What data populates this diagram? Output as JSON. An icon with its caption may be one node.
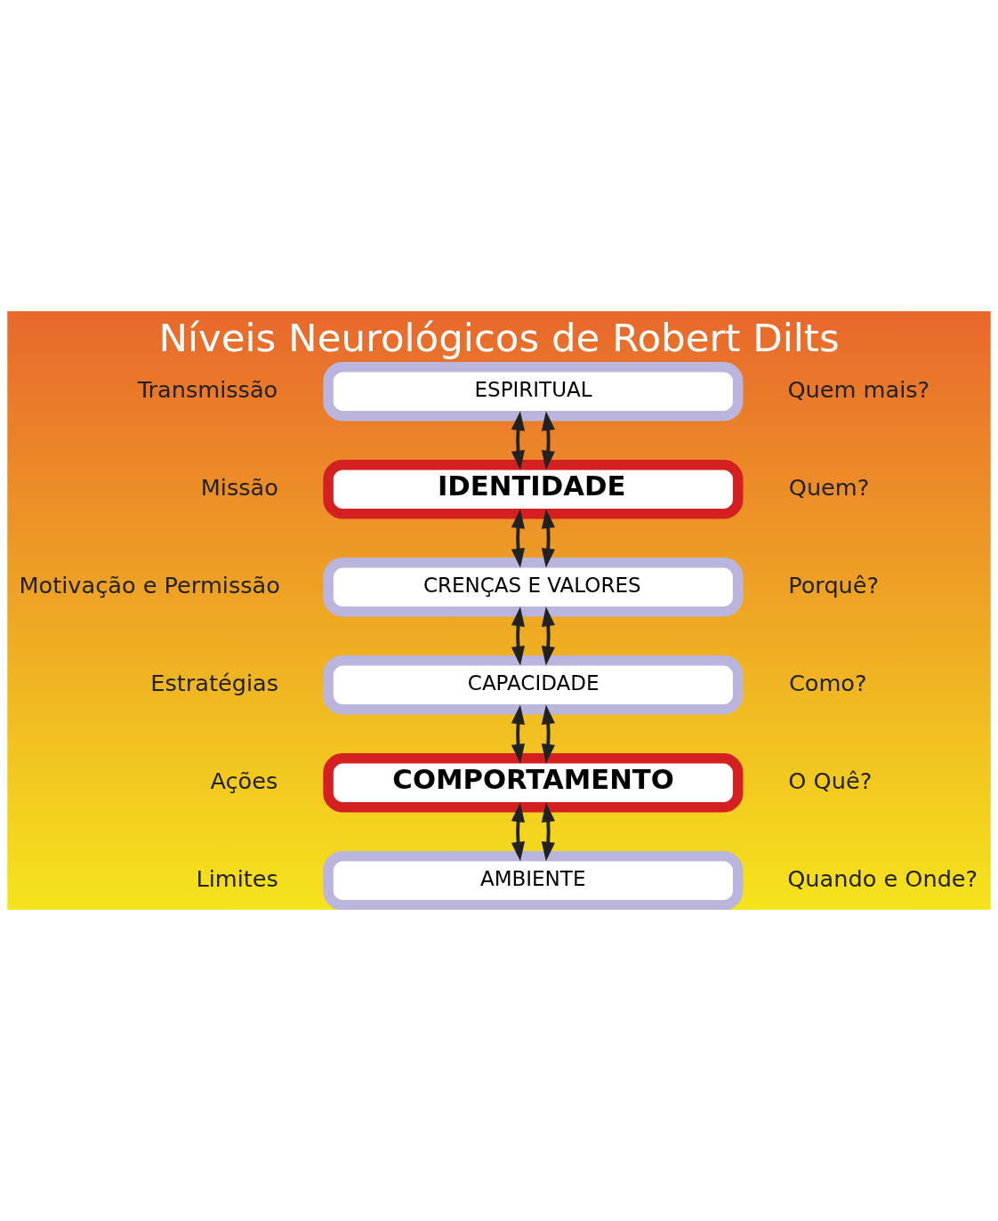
{
  "diagram": {
    "title": "Níveis Neurológicos de Robert Dilts",
    "nodes": [
      {
        "text": [
          "ESPIRITUAL"
        ],
        "beside": [
          "Transmissão",
          "Quem mais?"
        ]
      },
      {
        "text": [
          "IDENTIDADE"
        ],
        "beside": [
          "Missão",
          "Quem?"
        ]
      },
      {
        "text": [
          "CRENÇAS E VALORES"
        ],
        "beside": [
          "Motivação e Permissão",
          "Porquê?"
        ]
      },
      {
        "text": [
          "CAPACIDADE"
        ],
        "beside": [
          "Estratégias",
          "Como?"
        ]
      },
      {
        "text": [
          "COMPORTAMENTO"
        ],
        "beside": [
          "Ações",
          "O Quê?"
        ]
      },
      {
        "text": [
          "AMBIENTE"
        ],
        "beside": [
          "Limites",
          "Quando e Onde?"
        ]
      }
    ],
    "edges": [
      {
        "from": 0,
        "to": 1,
        "arrow": "both"
      },
      {
        "from": 0,
        "to": 1,
        "arrow": "both"
      },
      {
        "from": 1,
        "to": 2,
        "arrow": "both"
      },
      {
        "from": 1,
        "to": 2,
        "arrow": "both"
      },
      {
        "from": 2,
        "to": 3,
        "arrow": "both"
      },
      {
        "from": 2,
        "to": 3,
        "arrow": "both"
      },
      {
        "from": 3,
        "to": 4,
        "arrow": "both"
      },
      {
        "from": 3,
        "to": 4,
        "arrow": "both"
      },
      {
        "from": 4,
        "to": 5,
        "arrow": "both"
      },
      {
        "from": 4,
        "to": 5,
        "arrow": "both"
      }
    ]
  }
}
